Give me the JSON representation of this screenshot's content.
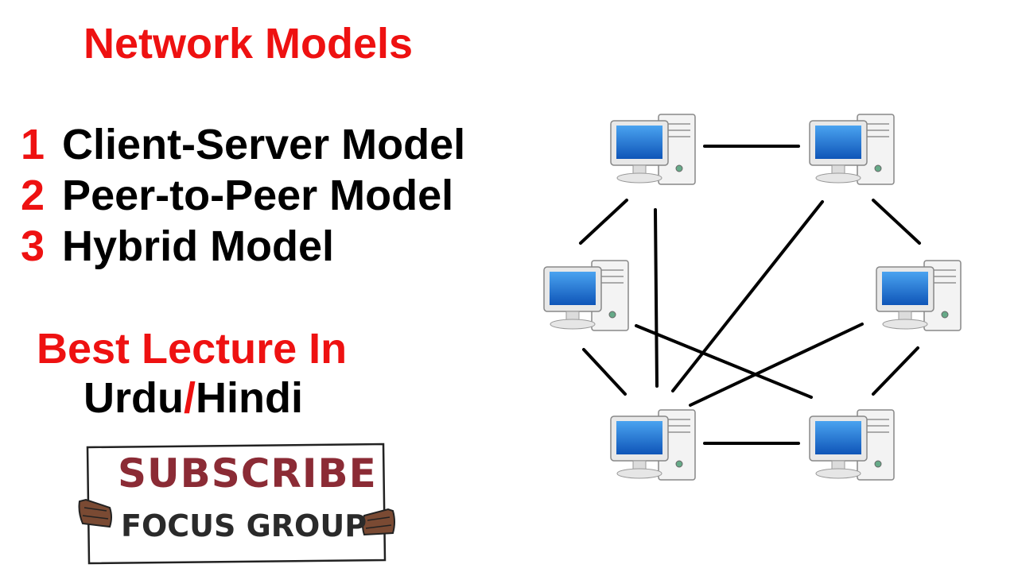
{
  "heading": {
    "title": "Network Models"
  },
  "models": [
    {
      "num": "1",
      "label": "Client-Server Model"
    },
    {
      "num": "2",
      "label": "Peer-to-Peer Model"
    },
    {
      "num": "3",
      "label": "Hybrid Model"
    }
  ],
  "promo": {
    "line1": "Best Lecture In",
    "lang_a": "Urdu",
    "slash": "/",
    "lang_b": "Hindi"
  },
  "subscribe": {
    "word": "SUBSCRIBE",
    "channel": "FOCUS GROUP"
  },
  "colors": {
    "accent_red": "#ee1111",
    "subscribe_red": "#8b2b35",
    "screen_blue": "#1a6fd0"
  },
  "network": {
    "nodes": [
      {
        "name": "computer-top-left"
      },
      {
        "name": "computer-top-right"
      },
      {
        "name": "computer-mid-left"
      },
      {
        "name": "computer-mid-right"
      },
      {
        "name": "computer-bottom-left"
      },
      {
        "name": "computer-bottom-right"
      }
    ]
  }
}
